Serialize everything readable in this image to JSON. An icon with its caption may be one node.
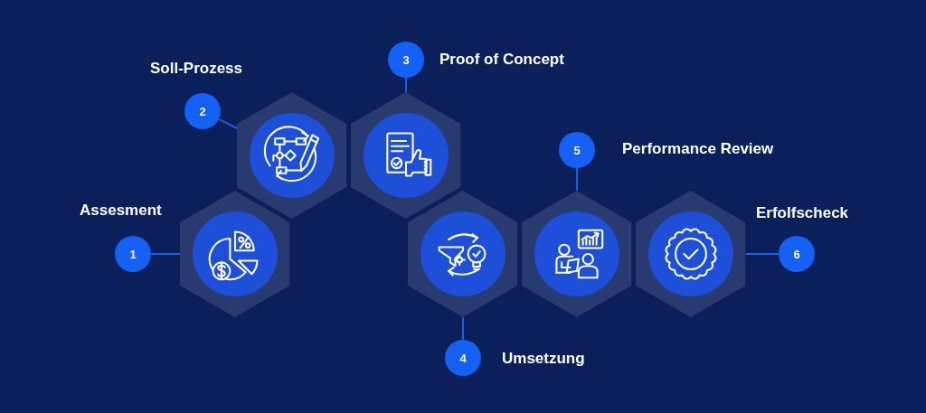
{
  "diagram": {
    "nodes": [
      {
        "text": [
          "1"
        ],
        "beside": [
          "Assesment"
        ]
      },
      {
        "text": [],
        "shape": "hexagon"
      },
      {
        "text": [
          "2"
        ],
        "beside": [
          "Soll-Prozess"
        ]
      },
      {
        "text": [],
        "shape": "hexagon"
      },
      {
        "text": [
          "3"
        ],
        "beside": [
          "Proof of Concept"
        ]
      },
      {
        "text": [],
        "shape": "hexagon"
      },
      {
        "text": [
          "4"
        ],
        "beside": [
          "Umsetzung"
        ]
      },
      {
        "text": [],
        "shape": "hexagon"
      },
      {
        "text": [
          "5"
        ],
        "beside": [
          "Performance Review"
        ]
      },
      {
        "text": [],
        "shape": "hexagon"
      },
      {
        "text": [
          "6"
        ],
        "beside": [
          "Erfolfscheck"
        ]
      },
      {
        "text": [],
        "shape": "hexagon"
      }
    ],
    "edges": [
      {
        "from": 0,
        "to": 1,
        "arrow": "none"
      },
      {
        "from": 2,
        "to": 3,
        "arrow": "none"
      },
      {
        "from": 4,
        "to": 5,
        "arrow": "none"
      },
      {
        "from": 6,
        "to": 7,
        "arrow": "none"
      },
      {
        "from": 8,
        "to": 9,
        "arrow": "none"
      },
      {
        "from": 10,
        "to": 11,
        "arrow": "none"
      }
    ]
  }
}
